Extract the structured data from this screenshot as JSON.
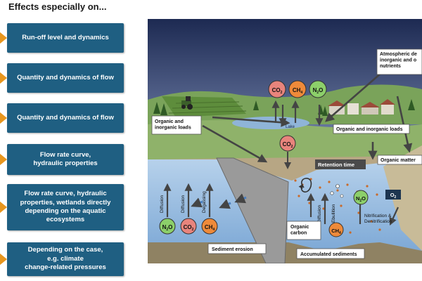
{
  "heading": "Effects especially on...",
  "effects": [
    {
      "label": "Run-off level and dynamics"
    },
    {
      "label": "Quantity and dynamics of flow"
    },
    {
      "label": "Quantity and dynamics of flow"
    },
    {
      "label": "Flow rate curve,\nhydraulic properties"
    },
    {
      "label": "Flow rate curve,  hydraulic properties, wetlands directly depending  on the aquatic ecosystems"
    },
    {
      "label": "Depending on the case,\ne.g. climate\nchange-related pressures"
    }
  ],
  "diagram": {
    "gases_top": [
      {
        "formula": "CO",
        "sub": "2",
        "color": "#e8847c"
      },
      {
        "formula": "CH",
        "sub": "4",
        "color": "#ee8a3a"
      },
      {
        "formula": "N",
        "sub": "2",
        "tail": "O",
        "color": "#8ccf6a"
      }
    ],
    "lake_label": "Lake",
    "organic_inorganic_loads_left": "Organic and\ninorganic loads",
    "atmospheric_label": "Atmospheric de\ninorganic and o\nnutrients",
    "organic_inorganic_loads_right": "Organic and inorganic loads",
    "co2_mid": {
      "formula": "CO",
      "sub": "2",
      "color": "#e8847c"
    },
    "retention_time": "Retention time",
    "organic_matter": "Organic matter",
    "processes": [
      "Diffusion",
      "Diffusion",
      "Degassing"
    ],
    "gases_bottom": [
      {
        "formula": "N",
        "sub": "2",
        "tail": "O",
        "color": "#8ccf6a"
      },
      {
        "formula": "CO",
        "sub": "2",
        "color": "#e8847c"
      },
      {
        "formula": "CH",
        "sub": "4",
        "color": "#ee8a3a"
      }
    ],
    "diffusion_right": "Diffusion",
    "ebullition": "Ebullition",
    "ch4_right": {
      "formula": "CH",
      "sub": "4",
      "color": "#ee8a3a"
    },
    "n2o_right": {
      "formula": "N",
      "sub": "2",
      "tail": "O",
      "color": "#8ccf6a"
    },
    "o2": {
      "formula": "O",
      "sub": "2"
    },
    "nitrification": "Nitrification &\nDenitrification",
    "organic_carbon": "Organic\ncarbon",
    "sediment_erosion": "Sediment erosion",
    "accumulated_sediments": "Accumulated sediments"
  }
}
